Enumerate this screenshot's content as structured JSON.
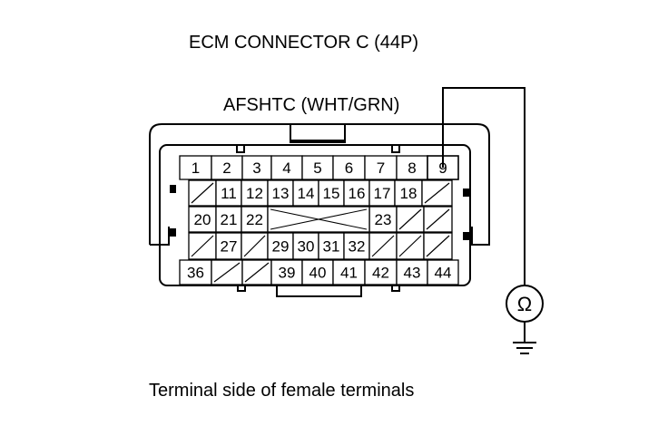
{
  "title": "ECM CONNECTOR C (44P)",
  "wire_label": "AFSHTC (WHT/GRN)",
  "caption": "Terminal side of female terminals",
  "meter_symbol": "Ω",
  "probed_terminal": "9",
  "rows": [
    [
      {
        "t": "1"
      },
      {
        "t": "2"
      },
      {
        "t": "3"
      },
      {
        "t": "4"
      },
      {
        "t": "5"
      },
      {
        "t": "6"
      },
      {
        "t": "7"
      },
      {
        "t": "8"
      },
      {
        "t": "9"
      }
    ],
    [
      {
        "blank": true
      },
      {
        "t": "11"
      },
      {
        "t": "12"
      },
      {
        "t": "13"
      },
      {
        "t": "14"
      },
      {
        "t": "15"
      },
      {
        "t": "16"
      },
      {
        "t": "17"
      },
      {
        "t": "18"
      },
      {
        "blank": true
      }
    ],
    [
      {
        "t": "20"
      },
      {
        "t": "21"
      },
      {
        "t": "22"
      },
      {
        "t": "23"
      },
      {
        "blank": true
      },
      {
        "blank": true
      }
    ],
    [
      {
        "blank": true
      },
      {
        "t": "27"
      },
      {
        "blank": true
      },
      {
        "t": "29"
      },
      {
        "t": "30"
      },
      {
        "t": "31"
      },
      {
        "t": "32"
      },
      {
        "blank": true
      },
      {
        "blank": true
      },
      {
        "blank": true
      }
    ],
    [
      {
        "t": "36"
      },
      {
        "blank": true
      },
      {
        "blank": true
      },
      {
        "t": "39"
      },
      {
        "t": "40"
      },
      {
        "t": "41"
      },
      {
        "t": "42"
      },
      {
        "t": "43"
      },
      {
        "t": "44"
      }
    ]
  ]
}
